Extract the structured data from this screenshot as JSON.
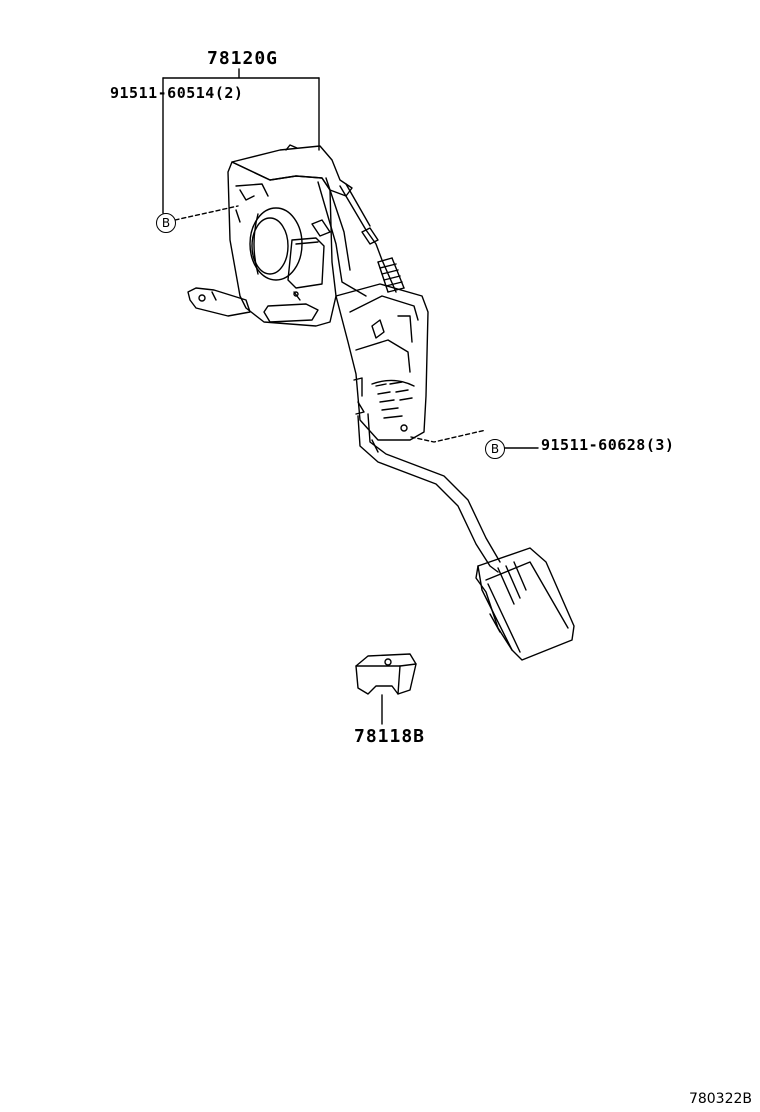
{
  "callouts": {
    "assembly_part_number": "78120G",
    "left_bolt_part_number": "91511-60514(2)",
    "right_bolt_part_number": "91511-60628(3)",
    "cap_part_number": "78118B",
    "bolt_marker_left": "B",
    "bolt_marker_right": "B"
  },
  "diagram_reference": "780322B"
}
